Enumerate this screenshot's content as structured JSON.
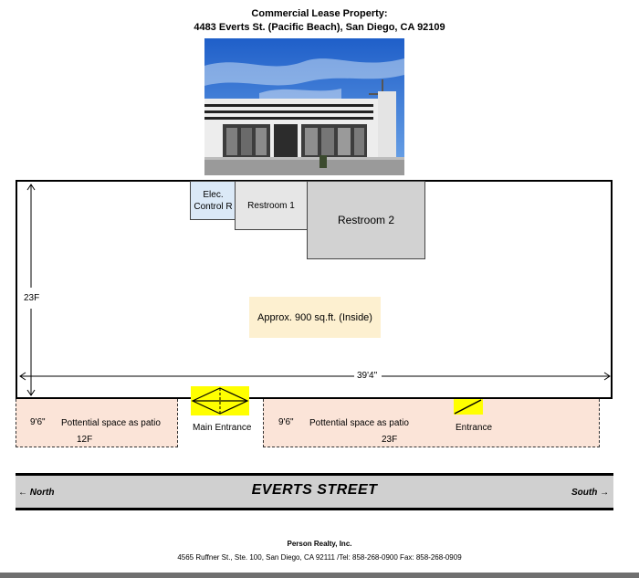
{
  "header": {
    "title": "Commercial Lease Property:",
    "address": "4483 Everts St. (Pacific Beach), San Diego, CA 92109"
  },
  "floor_plan": {
    "rooms": {
      "elec": "Elec. Control R",
      "restroom1": "Restroom 1",
      "restroom2": "Restroom 2"
    },
    "area_label": "Approx. 900 sq.ft. (Inside)",
    "height_dim": "23F",
    "width_dim": "39'4\""
  },
  "patio_left": {
    "label": "Pottential space as patio",
    "depth": "9'6\"",
    "width": "12F"
  },
  "patio_right": {
    "label": "Pottential space as patio",
    "depth": "9'6\"",
    "width": "23F"
  },
  "entrances": {
    "main": "Main Entrance",
    "side": "Entrance"
  },
  "street": {
    "name": "EVERTS STREET",
    "north": "North",
    "south": "South"
  },
  "footer": {
    "company": "Person Realty, Inc.",
    "contact": "4565 Ruffner St., Ste. 100, San Diego, CA 92111 /Tel: 858-268-0900 Fax: 858-268-0909"
  },
  "colors": {
    "sky": "#2e6fd4",
    "patio": "#fbe4d8",
    "area": "#fdf0d0",
    "entrance": "#ffff00",
    "elec_room": "#dbe9f7"
  }
}
